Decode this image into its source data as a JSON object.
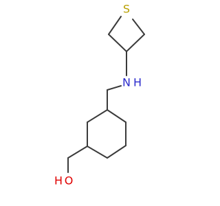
{
  "molecule": {
    "atoms": {
      "sulfur": {
        "label": "S",
        "color": "#b8a000"
      },
      "nitrogen_h": {
        "label": "H",
        "color": "#2b2bcc"
      },
      "nitrogen": {
        "label": "N",
        "color": "#2b2bcc"
      },
      "hydroxyl_h": {
        "label": "H",
        "color": "#e00000"
      },
      "hydroxyl_o": {
        "label": "O",
        "color": "#e00000"
      }
    },
    "bond_color": "#3a3a3a"
  }
}
